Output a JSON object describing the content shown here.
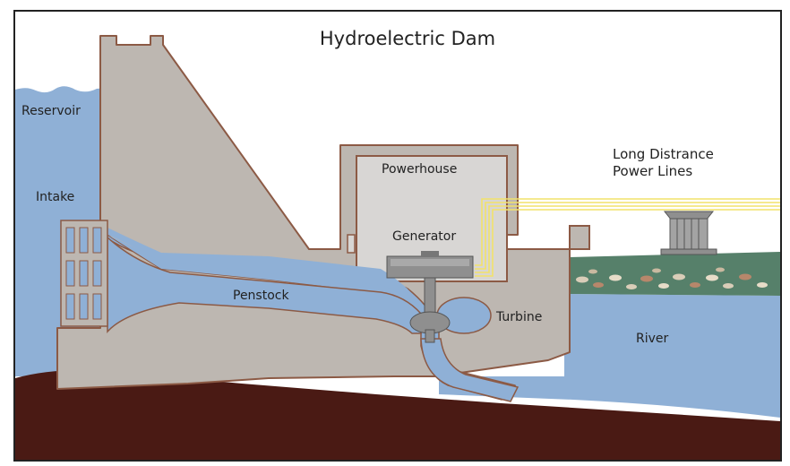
{
  "title": "Hydroelectric Dam",
  "labels": {
    "reservoir": "Reservoir",
    "intake": "Intake",
    "penstock": "Penstock",
    "powerhouse": "Powerhouse",
    "generator": "Generator",
    "turbine": "Turbine",
    "river": "River",
    "power_lines_1": "Long Distrance",
    "power_lines_2": "Power Lines"
  },
  "colors": {
    "water": "#8fb0d6",
    "concrete": "#bdb7b1",
    "concrete_edge": "#8c5a45",
    "ground": "#4a1a14",
    "grass": "#56806a",
    "lines": "#f2e26a",
    "powerhouse_fill": "#d8d6d4",
    "metal": "#8f8f8f"
  },
  "icons": [
    "transmission-tower-icon",
    "generator-icon",
    "turbine-icon",
    "intake-grate-icon"
  ]
}
